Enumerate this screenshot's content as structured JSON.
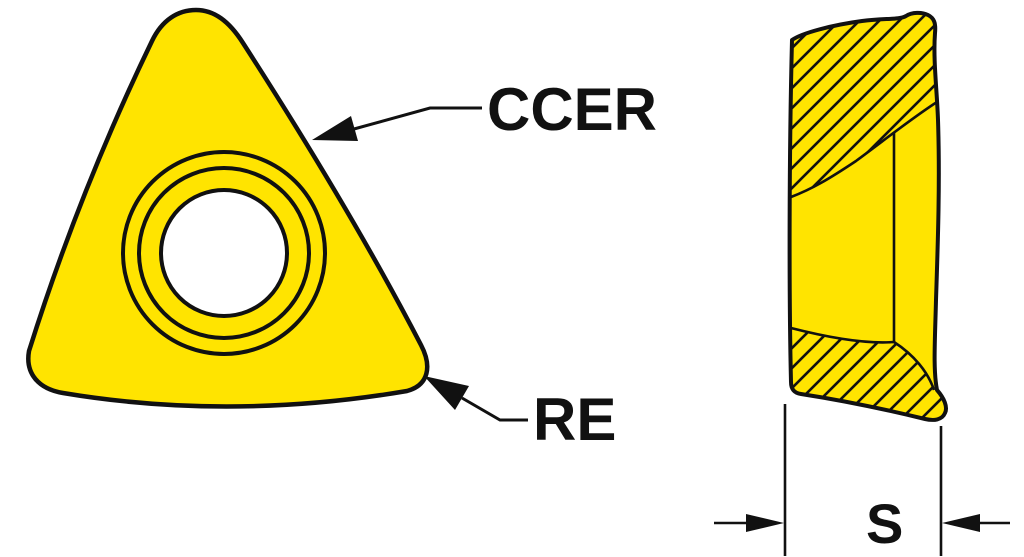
{
  "labels": {
    "corner_geometry": "CCER",
    "corner_radius": "RE",
    "thickness": "S"
  },
  "colors": {
    "insert": "#FFE400",
    "line": "#111111",
    "background": "#FFFFFF"
  }
}
